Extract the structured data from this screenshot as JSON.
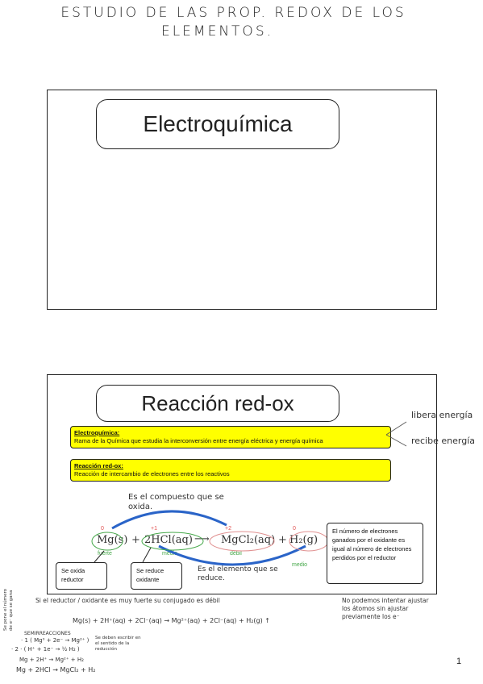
{
  "header": {
    "line1": "ESTUDIO DE LAS PROP. REDOX DE LOS",
    "line2": "ELEMENTOS."
  },
  "slide1": {
    "title": "Electroquímica"
  },
  "slide2": {
    "title": "Reacción red-ox",
    "box1": {
      "heading": "Electroquímica:",
      "text": "Rama de la Química que estudia la interconversión entre energía eléctrica y energía química"
    },
    "box2": {
      "heading": "Reacción red-ox:",
      "text": "Reacción de intercambio de electrones entre los reactivos"
    },
    "annot_libera": "libera energía",
    "annot_recibe": "recibe energía",
    "annot_compuesto": "Es el compuesto que se oxida.",
    "annot_elemento": "Es el elemento que se reduce.",
    "equation": {
      "mg": "Mg(s)",
      "plus1": "+",
      "hcl": "2HCl(aq)",
      "arrow": "⟶",
      "mgcl2": "MgCl₂(aq)",
      "plus2": "+",
      "h2": "H₂(g)",
      "ox0": "0",
      "ox1": "+1",
      "ox2": "+2",
      "ox3": "0",
      "fuerte": "fuerte",
      "medio1": "medio",
      "debil": "débil",
      "medio2": "medio"
    },
    "se_oxida": "Se oxida\nreductor",
    "se_reduce": "Se reduce\noxidante",
    "note": "El número de electrones ganados por el oxidante es igual al número de electrones perdidos por el reductor"
  },
  "bottom_notes": {
    "line1": "Si el reductor / oxidante es muy fuerte su conjugado es débil",
    "equation": "Mg(s) + 2H⁺(aq) + 2Cl⁻(aq) → Mg²⁺(aq) + 2Cl⁻(aq) + H₂(g) ↑",
    "right_note": "No podemos intentar ajustar los átomos sin ajustar previamente los e⁻",
    "semi_title": "SEMIRREACCIONES",
    "semi1": "· 1 ( Mg⁰ + 2e⁻ → Mg²⁺ )",
    "semi2": "· 2 · ( H⁺ + 1e⁻ → ½ H₂ )",
    "semi_note": "Se deben escribir en el sentido de la reducción",
    "sum": "Mg + 2H⁺ → Mg²⁺ + H₂",
    "final": "Mg + 2HCl → MgCl₂ + H₂",
    "side_note": "Se pone el número de e⁻ que se gana"
  },
  "page_number": "1"
}
